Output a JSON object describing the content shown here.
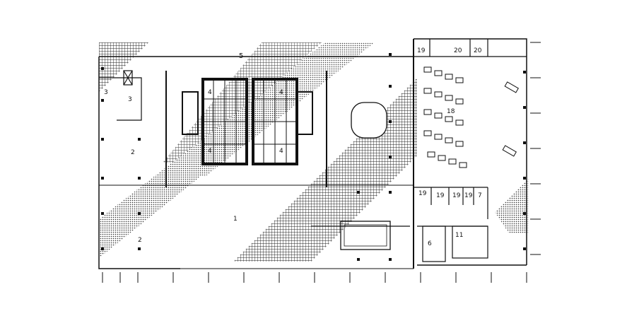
{
  "room_labels": [
    {
      "id": "r1",
      "text": "1"
    },
    {
      "id": "r2a",
      "text": "2"
    },
    {
      "id": "r2b",
      "text": "2"
    },
    {
      "id": "r3a",
      "text": "3"
    },
    {
      "id": "r3b",
      "text": "3"
    },
    {
      "id": "r4a",
      "text": "4"
    },
    {
      "id": "r4b",
      "text": "4"
    },
    {
      "id": "r4c",
      "text": "4"
    },
    {
      "id": "r4d",
      "text": "4"
    },
    {
      "id": "r5",
      "text": "5"
    },
    {
      "id": "r6",
      "text": "6"
    },
    {
      "id": "r7",
      "text": "7"
    },
    {
      "id": "r11",
      "text": "11"
    },
    {
      "id": "r18",
      "text": "18"
    },
    {
      "id": "r19a",
      "text": "19"
    },
    {
      "id": "r19b",
      "text": "19"
    },
    {
      "id": "r19c",
      "text": "19"
    },
    {
      "id": "r19d",
      "text": "19"
    },
    {
      "id": "r19e",
      "text": "19"
    },
    {
      "id": "r20a",
      "text": "20"
    },
    {
      "id": "r20b",
      "text": "20"
    }
  ],
  "colors": {
    "ink": "#111111",
    "paper": "#ffffff"
  }
}
